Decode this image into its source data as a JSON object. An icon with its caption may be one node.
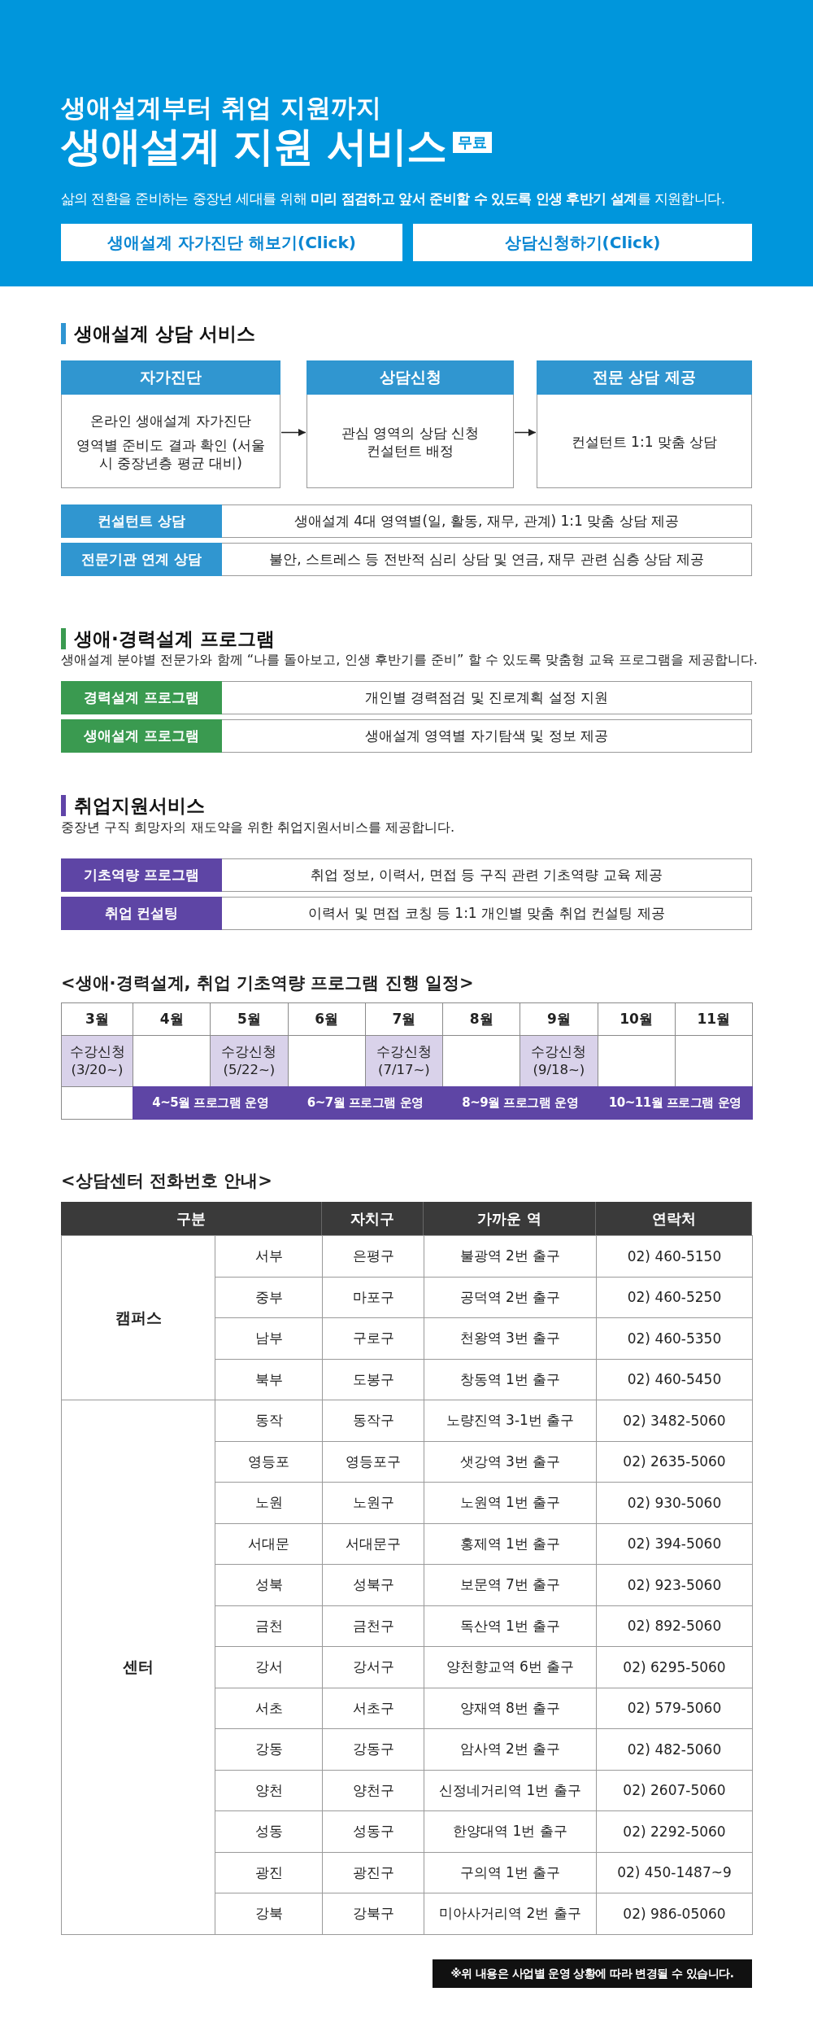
{
  "diagram": {
    "title": "생애설계 지원 서비스",
    "nodes": [
      {
        "text": [
          "자가진단",
          "온라인 생애설계 자가진단",
          "영역별 준비도 결과 확인 (서울시 중장년층 평균 대비)"
        ]
      },
      {
        "text": [
          "상담신청",
          "관심 영역의 상담 신청 컨설턴트 배정"
        ]
      },
      {
        "text": [
          "전문 상담 제공",
          "컨설턴트 1:1 맞춤 상담"
        ]
      }
    ],
    "edges": [
      {
        "from": 0,
        "to": 1,
        "arrow": "to"
      },
      {
        "from": 1,
        "to": 2,
        "arrow": "to"
      }
    ],
    "labels": [
      "생애설계부터 취업 지원까지",
      "무료",
      "삶의 전환을 준비하는 중장년 세대를 위해 **미리 점검하고 앞서 준비할 수 있도록 인생 후반기 설계**를 지원합니다.",
      "생애설계 자가진단 해보기(Click)",
      "상담신청하기(Click)",
      "생애설계 상담 서비스",
      "컨설턴트 상담",
      "생애설계 4대 영역별(일, 활동, 재무, 관계) 1:1 맞춤 상담 제공",
      "전문기관 연계 상담",
      "불안, 스트레스 등 전반적 심리 상담 및 연금, 재무 관련 심층 상담 제공",
      "생애·경력설계 프로그램",
      "생애설계 분야별 전문가와 함께 “나를 돌아보고, 인생 후반기를 준비” 할 수 있도록 맞춤형 교육 프로그램을 제공합니다.",
      "경력설계 프로그램",
      "개인별 경력점검 및 진로계획 설정 지원",
      "생애설계 프로그램",
      "생애설계 영역별 자기탐색 및 정보 제공",
      "취업지원서비스",
      "중장년 구직 희망자의 재도약을 위한 취업지원서비스를 제공합니다.",
      "기초역량 프로그램",
      "취업 정보, 이력서, 면접 등 구직 관련 기초역량 교육 제공",
      "취업 컨설팅",
      "이력서 및 면접 코칭 등 1:1 개인별 맞춤 취업 컨설팅 제공",
      "<생애·경력설계, 취업 기초역량 프로그램 진행 일정>",
      "3월",
      "4월",
      "5월",
      "6월",
      "7월",
      "8월",
      "9월",
      "10월",
      "11월",
      "수강신청 (3/20~)",
      "수강신청 (5/22~)",
      "수강신청 (7/17~)",
      "수강신청 (9/18~)",
      "4~5월 프로그램 운영",
      "6~7월 프로그램 운영",
      "8~9월 프로그램 운영",
      "10~11월 프로그램 운영",
      "<상담센터 전화번호 안내>",
      "구분",
      "자치구",
      "가까운 역",
      "연락처",
      "캠퍼스",
      "서부",
      "은평구",
      "불광역 2번 출구",
      "02) 460-5150",
      "중부",
      "마포구",
      "공덕역 2번 출구",
      "02) 460-5250",
      "남부",
      "구로구",
      "천왕역 3번 출구",
      "02) 460-5350",
      "북부",
      "도봉구",
      "창동역 1번 출구",
      "02) 460-5450",
      "센터",
      "동작",
      "동작구",
      "노량진역 3-1번 출구",
      "02) 3482-5060",
      "영등포",
      "영등포구",
      "샛강역 3번 출구",
      "02) 2635-5060",
      "노원",
      "노원구",
      "노원역 1번 출구",
      "02) 930-5060",
      "서대문",
      "서대문구",
      "홍제역 1번 출구",
      "02) 394-5060",
      "성북",
      "성북구",
      "보문역 7번 출구",
      "02) 923-5060",
      "금천",
      "금천구",
      "독산역 1번 출구",
      "02) 892-5060",
      "강서",
      "강서구",
      "양천향교역 6번 출구",
      "02) 6295-5060",
      "서초",
      "서초구",
      "양재역 8번 출구",
      "02) 579-5060",
      "강동",
      "강동구",
      "암사역 2번 출구",
      "02) 482-5060",
      "양천",
      "양천구",
      "신정네거리역 1번 출구",
      "02) 2607-5060",
      "성동",
      "성동구",
      "한양대역 1번 출구",
      "02) 2292-5060",
      "광진",
      "광진구",
      "구의역 1번 출구",
      "02) 450-1487~9",
      "강북",
      "강북구",
      "미아사거리역 2번 출구",
      "02) 986-05060",
      "※위 내용은 사업별 운영 상황에 따라 변경될 수 있습니다."
    ]
  }
}
